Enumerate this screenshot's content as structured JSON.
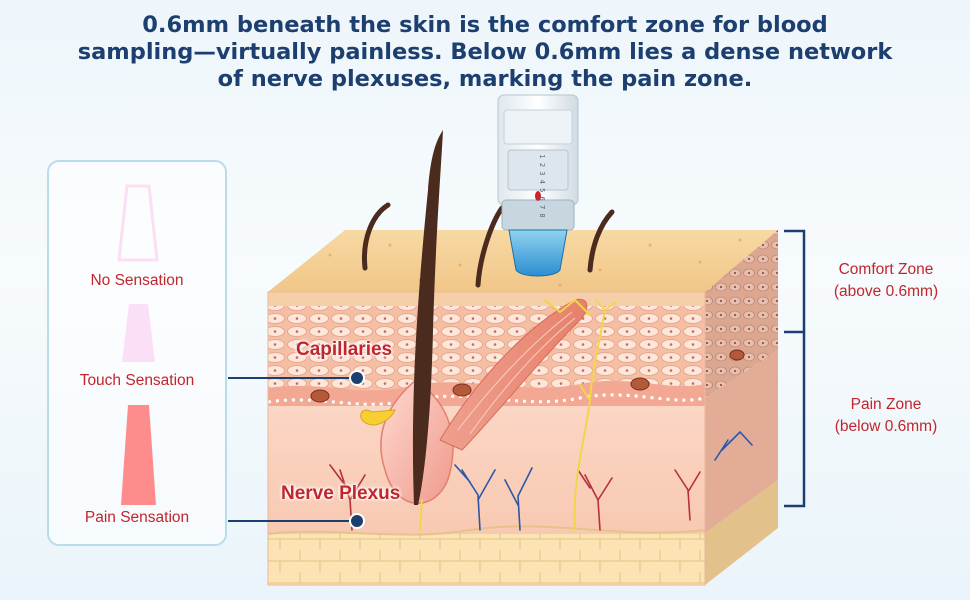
{
  "headline": {
    "line1": "0.6mm beneath the skin is the comfort zone for blood",
    "line2": "sampling—virtually painless. Below 0.6mm lies a dense network",
    "line3": "of nerve plexuses, marking the pain zone."
  },
  "legend": {
    "items": [
      {
        "label": "No Sensation",
        "color": "#f6b8e8",
        "filled": false
      },
      {
        "label": "Touch Sensation",
        "color": "#f7b8ee",
        "filled": true
      },
      {
        "label": "Pain Sensation",
        "color": "#ff0000",
        "filled": true
      }
    ]
  },
  "callouts": {
    "capillaries": "Capillaries",
    "nerve_plexus": "Nerve Plexus"
  },
  "zones": {
    "comfort": {
      "title": "Comfort Zone",
      "detail": "(above 0.6mm)"
    },
    "pain": {
      "title": "Pain Zone",
      "detail": "(below 0.6mm)"
    }
  },
  "device": {
    "scale_digits": "1 2 3 4 5 6 7 8"
  },
  "colors": {
    "label_red": "#c0262d",
    "headline_blue": "#1c3f70",
    "bracket_navy": "#1c3f70"
  }
}
